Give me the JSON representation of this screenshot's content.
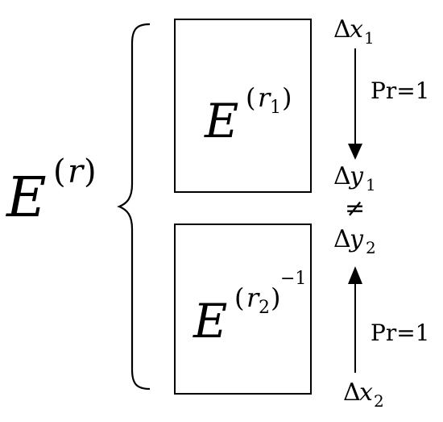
{
  "main_symbol": {
    "base": "E",
    "open": "(",
    "var": "r",
    "close": ")"
  },
  "upper_block": {
    "base": "E",
    "open": "(",
    "var": "r",
    "sub": "1",
    "close": ")"
  },
  "lower_block": {
    "base": "E",
    "open": "(",
    "var": "r",
    "sub": "2",
    "close": ")",
    "power": "−1"
  },
  "top_input": {
    "delta": "Δ",
    "var": "x",
    "sub": "1"
  },
  "top_output": {
    "delta": "Δ",
    "var": "y",
    "sub": "1"
  },
  "not_equal": "≠",
  "bottom_output": {
    "delta": "Δ",
    "var": "y",
    "sub": "2"
  },
  "bottom_input": {
    "delta": "Δ",
    "var": "x",
    "sub": "2"
  },
  "top_probability": "Pr=1",
  "bottom_probability": "Pr=1"
}
